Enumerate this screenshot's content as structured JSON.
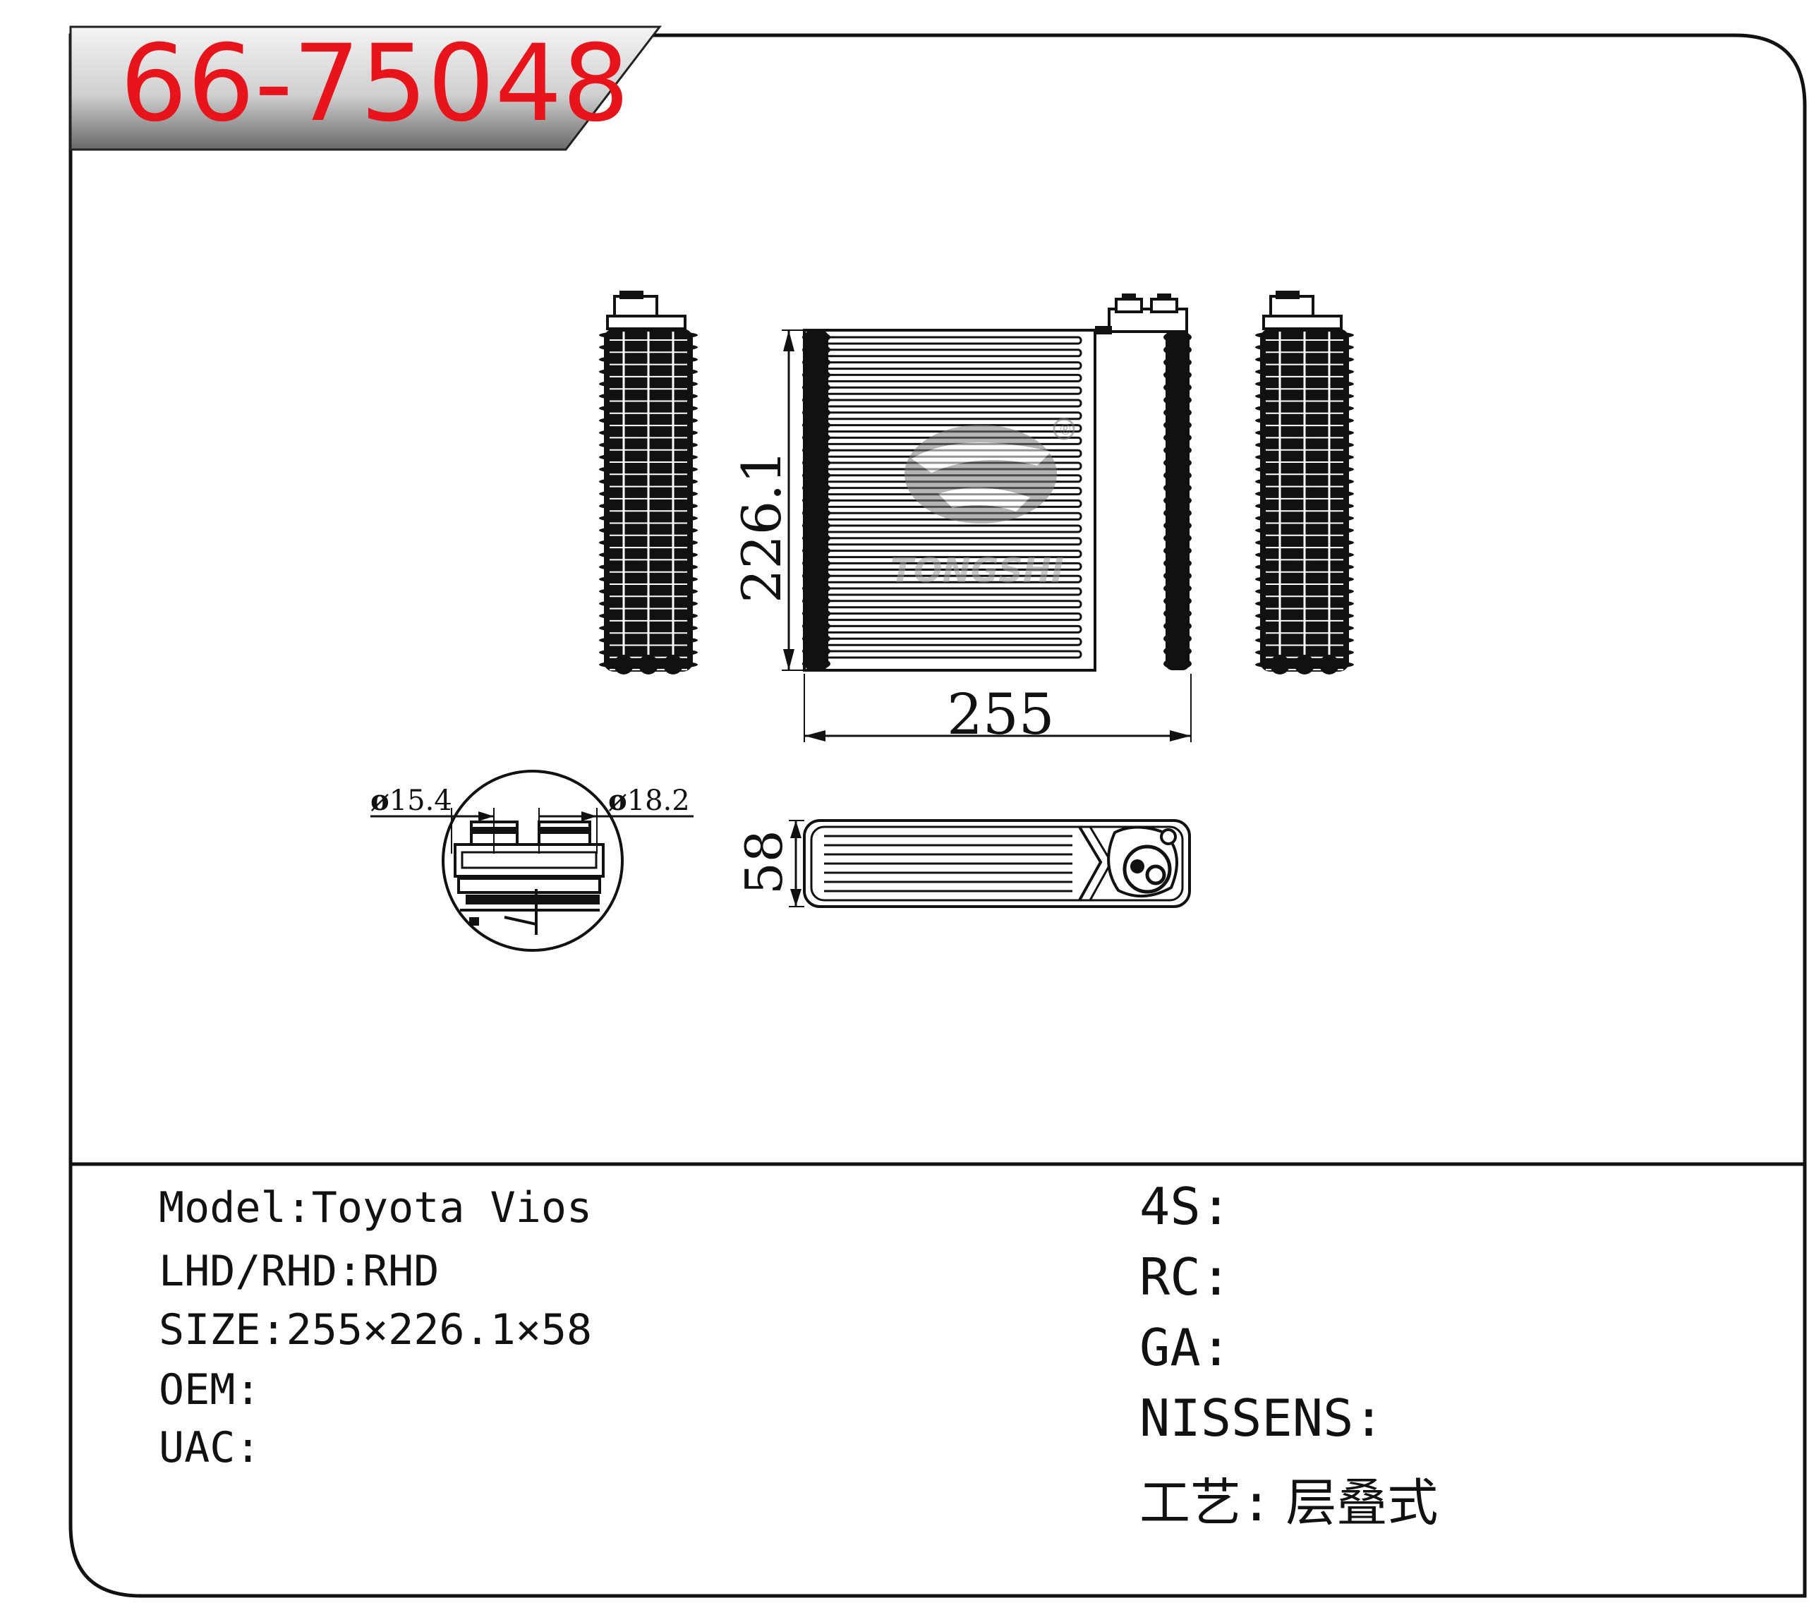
{
  "part_number": "66-75048",
  "dimensions": {
    "height": "226.1",
    "width": "255",
    "depth": "58",
    "pipe_small": "15.4",
    "pipe_large": "18.2",
    "diameter_symbol": "ø"
  },
  "watermark": {
    "text": "TONGSHI",
    "mark": "®"
  },
  "specs_left": [
    {
      "label": "Model:",
      "value": "Toyota Vios"
    },
    {
      "label": "LHD/RHD:",
      "value": "RHD"
    },
    {
      "label": "SIZE:",
      "value": "255×226.1×58"
    },
    {
      "label": "OEM:",
      "value": ""
    },
    {
      "label": "UAC:",
      "value": ""
    }
  ],
  "specs_right": [
    {
      "label": "4S:",
      "value": ""
    },
    {
      "label": "RC:",
      "value": ""
    },
    {
      "label": "GA:",
      "value": ""
    },
    {
      "label": "NISSENS:",
      "value": ""
    },
    {
      "label": "工艺:",
      "value": "层叠式"
    }
  ]
}
